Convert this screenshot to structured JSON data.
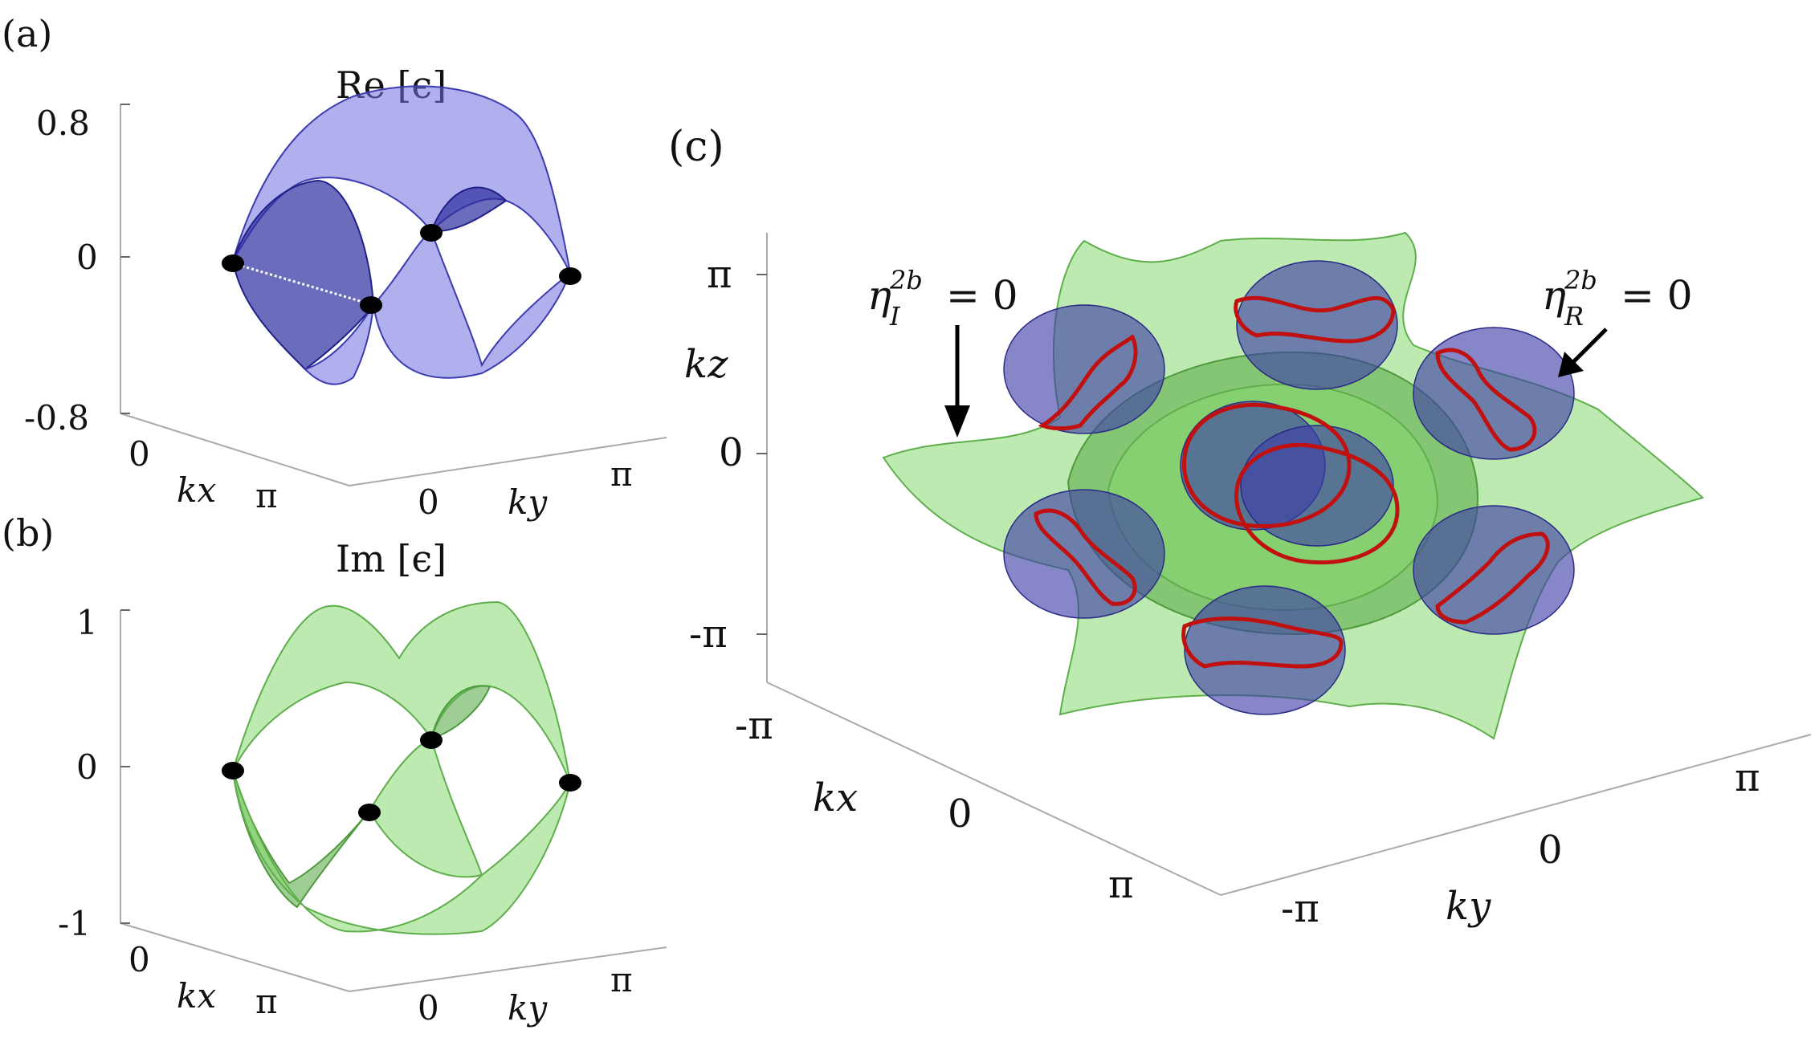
{
  "panels": {
    "a": {
      "label": "(a)",
      "title": "Re [ϵ]",
      "z_ticks": [
        "0.8",
        "0",
        "-0.8"
      ],
      "kx_ticks": [
        "0",
        "π"
      ],
      "ky_ticks": [
        "0",
        "π"
      ],
      "kx_label": "kx",
      "ky_label": "ky"
    },
    "b": {
      "label": "(b)",
      "title": "Im [ϵ]",
      "z_ticks": [
        "1",
        "0",
        "-1"
      ],
      "kx_ticks": [
        "0",
        "π"
      ],
      "ky_ticks": [
        "0",
        "π"
      ],
      "kx_label": "kx",
      "ky_label": "ky"
    },
    "c": {
      "label": "(c)",
      "kz_ticks": [
        "π",
        "0",
        "-π"
      ],
      "kx_ticks": [
        "-π",
        "0",
        "π"
      ],
      "ky_ticks": [
        "-π",
        "0",
        "π"
      ],
      "kz_label": "kz",
      "kx_label": "kx",
      "ky_label": "ky",
      "annotation_left": {
        "symbol": "η",
        "sup": "2b",
        "sub": "I",
        "rhs": "= 0"
      },
      "annotation_right": {
        "symbol": "η",
        "sup": "2b",
        "sub": "R",
        "rhs": "= 0"
      }
    }
  },
  "colors": {
    "real_surface": "#6f6fe0",
    "imag_surface": "#86d870",
    "exceptional_line": "#c01010",
    "exceptional_point": "#000000"
  }
}
